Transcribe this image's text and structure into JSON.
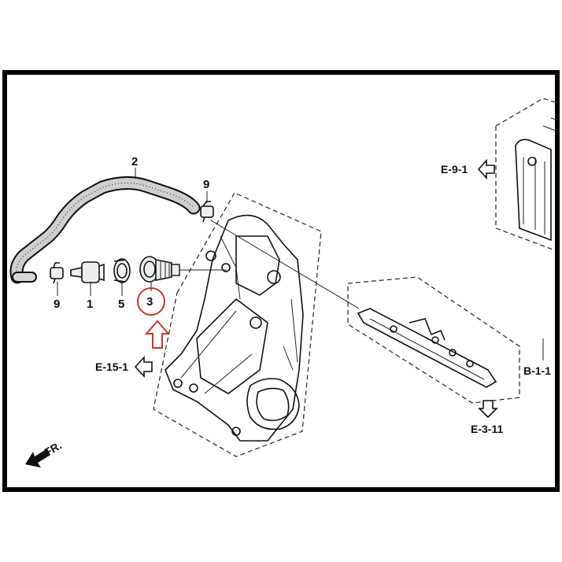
{
  "callouts": {
    "hose": "2",
    "clamp_top": "9",
    "clamp_left": "9",
    "valve": "1",
    "grommet": "5",
    "highlighted_part": "3"
  },
  "references": {
    "e9_1": "E-9-1",
    "e15_1": "E-15-1",
    "b1_1": "B-1-1",
    "e3_11": "E-3-11"
  },
  "front_indicator": "FR.",
  "colors": {
    "highlight": "#c0392b",
    "frame": "#000000",
    "line": "#111111"
  }
}
